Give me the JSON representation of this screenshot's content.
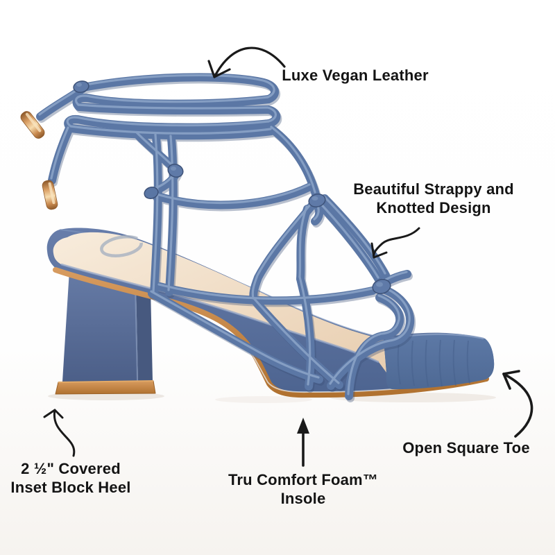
{
  "image": {
    "insole_logo_mark": "O",
    "icons": {
      "arrows": [
        "curved-arrow-down-left",
        "squiggle-arrow-down-left",
        "s-curve-arrow-up-right",
        "straight-arrow-up",
        "curved-arrow-up-left"
      ],
      "aglets": [
        "gold-aglet",
        "gold-aglet"
      ]
    },
    "colors": {
      "strap_blue": "#5B77A5",
      "heel_blue": "#54709D",
      "insole_cream": "#F2E0C9",
      "sole_tan": "#C9905A",
      "aglet_gold": "#D9A063",
      "logo_gray": "#A7B2C0",
      "text": "#141414",
      "background": "#FFFFFF"
    }
  },
  "callouts": {
    "luxe": {
      "label": "Luxe Vegan Leather"
    },
    "strappy": {
      "line1": "Beautiful Strappy and",
      "line2": "Knotted Design"
    },
    "heel": {
      "line1": "2 ½\" Covered",
      "line2": "Inset Block Heel"
    },
    "insole": {
      "line1": "Tru Comfort Foam™",
      "line2": "Insole"
    },
    "toe": {
      "label": "Open Square Toe"
    }
  }
}
